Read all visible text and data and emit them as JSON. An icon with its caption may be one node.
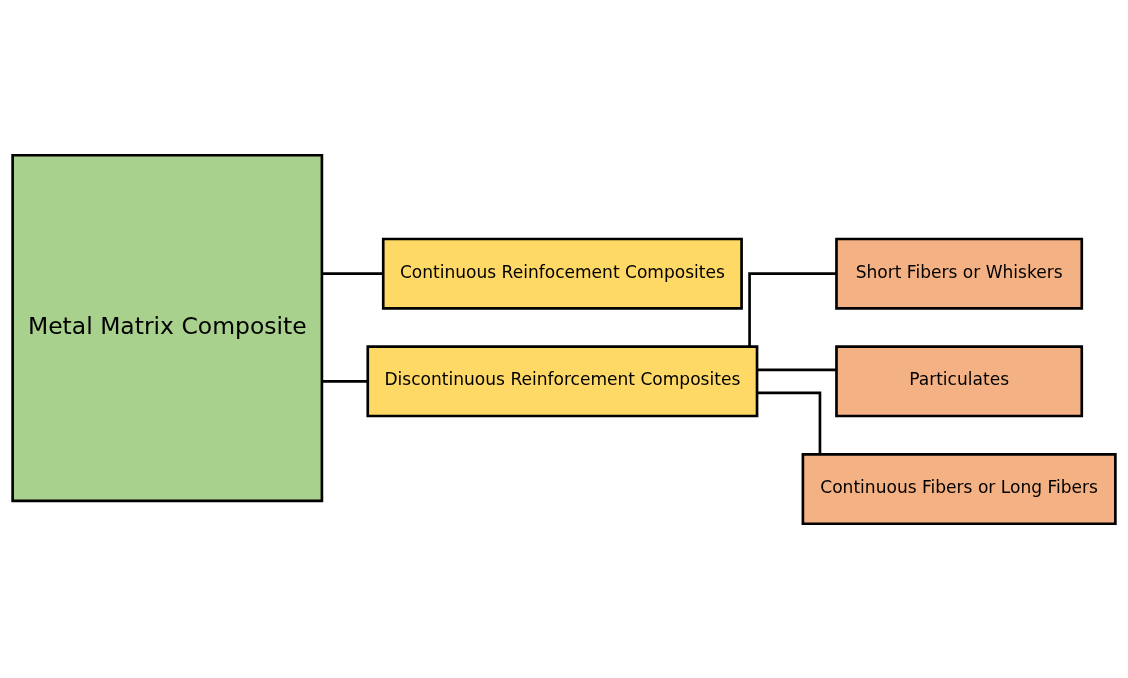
{
  "diagram": {
    "nodes": [
      {
        "text": [
          "Metal Matrix Composite"
        ]
      },
      {
        "text": [
          "Continuous Reinfocement Composites"
        ]
      },
      {
        "text": [
          "Discontinuous Reinforcement Composites"
        ]
      },
      {
        "text": [
          "Short Fibers or Whiskers"
        ]
      },
      {
        "text": [
          "Particulates"
        ]
      },
      {
        "text": [
          "Continuous Fibers or Long Fibers"
        ]
      }
    ],
    "edges": [
      {
        "from": 0,
        "to": 1,
        "arrow": "none"
      },
      {
        "from": 0,
        "to": 2,
        "arrow": "none"
      },
      {
        "from": 2,
        "to": 3,
        "arrow": "none"
      },
      {
        "from": 2,
        "to": 4,
        "arrow": "none"
      },
      {
        "from": 2,
        "to": 5,
        "arrow": "none"
      }
    ]
  }
}
